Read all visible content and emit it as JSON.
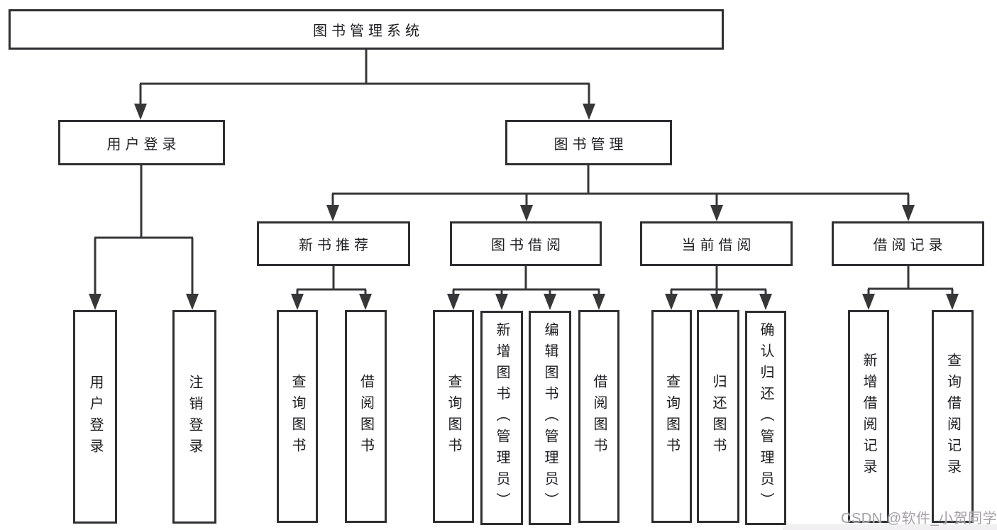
{
  "tree": {
    "label": "图书管理系统",
    "children": [
      {
        "label": "用户登录",
        "children": [
          {
            "label": "用户登录"
          },
          {
            "label": "注销登录"
          }
        ]
      },
      {
        "label": "图书管理",
        "children": [
          {
            "label": "新书推荐",
            "children": [
              {
                "label": "查询图书"
              },
              {
                "label": "借阅图书"
              }
            ]
          },
          {
            "label": "图书借阅",
            "children": [
              {
                "label": "查询图书"
              },
              {
                "label": "新增图书（管理员）"
              },
              {
                "label": "编辑图书（管理员）"
              },
              {
                "label": "借阅图书"
              }
            ]
          },
          {
            "label": "当前借阅",
            "children": [
              {
                "label": "查询图书"
              },
              {
                "label": "归还图书"
              },
              {
                "label": "确认归还（管理员）"
              }
            ]
          },
          {
            "label": "借阅记录",
            "children": [
              {
                "label": "新增借阅记录"
              },
              {
                "label": "查询借阅记录"
              }
            ]
          }
        ]
      }
    ]
  },
  "watermark": {
    "text": "CSDN @软件_小贺同学"
  },
  "colors": {
    "line": "#363739",
    "box_border": "#2e2f33",
    "text": "#1d1e22",
    "watermark": "#a3a0a3",
    "background": "#ffffff"
  }
}
